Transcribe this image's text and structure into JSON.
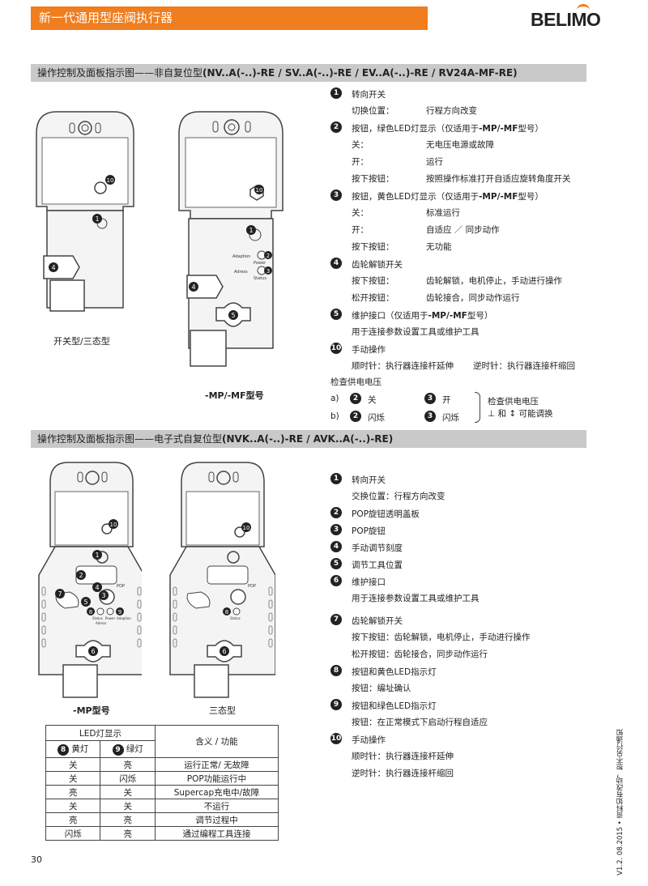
{
  "header": {
    "title": "新一代通用型座阀执行器",
    "brand": "BELIMO"
  },
  "section1": {
    "title_prefix": "操作控制及面板指示图——非自复位型",
    "title_models": "(NV..A(-..)-RE / SV..A(-..)-RE / EV..A(-..)-RE / RV24A-MF-RE)",
    "caption_left": "开关型/三态型",
    "caption_right": "-MP/-MF型号",
    "diagram_labels": {
      "adaption": "Adaption",
      "power": "Power",
      "adress": "Adress",
      "status": "Status"
    },
    "items": [
      {
        "num": "1",
        "text": "转向开关"
      },
      {
        "key": "切换位置：",
        "val": "行程方向改变"
      },
      {
        "num": "2",
        "text_pre": "按钮，绿色LED灯显示（仅适用于",
        "text_bold": "-MP/-MF",
        "text_post": "型号）"
      },
      {
        "key": "关：",
        "val": "无电压电源或故障"
      },
      {
        "key": "开：",
        "val": "运行"
      },
      {
        "key": "按下按钮：",
        "val": "按照操作标准打开自适应旋转角度开关"
      },
      {
        "num": "3",
        "text_pre": "按钮，黄色LED灯显示（仅适用于",
        "text_bold": "-MP/-MF",
        "text_post": "型号）"
      },
      {
        "key": "关：",
        "val": "标准运行"
      },
      {
        "key": "开：",
        "val": "自适应 ／ 同步动作"
      },
      {
        "key": "按下按钮：",
        "val": "无功能"
      },
      {
        "num": "4",
        "text": "齿轮解锁开关"
      },
      {
        "key": "按下按钮：",
        "val": "齿轮解锁，电机停止，手动进行操作"
      },
      {
        "key": "松开按钮：",
        "val": "齿轮接合，同步动作运行"
      },
      {
        "num": "5",
        "text_pre": "维护接口（仅适用于",
        "text_bold": "-MP/-MF",
        "text_post": "型号）"
      },
      {
        "plain": "用于连接参数设置工具或维护工具"
      },
      {
        "num": "10",
        "text": "手动操作"
      },
      {
        "key": "顺时针：执行器连接杆延伸",
        "val": "逆时针：执行器连接杆缩回"
      }
    ],
    "check": {
      "title": "检查供电电压",
      "a": "a)",
      "b": "b)",
      "a2": "关",
      "a3": "开",
      "b2": "闪烁",
      "b3": "闪烁",
      "note1": "检查供电电压",
      "note2": "⊥ 和 ↕ 可能调换"
    }
  },
  "section2": {
    "title_prefix": "操作控制及面板指示图——电子式自复位型",
    "title_models": "(NVK..A(-..)-RE / AVK..A(-..)-RE)",
    "caption_left": "-MP型号",
    "caption_right": "三态型",
    "diagram_labels": {
      "pop": "POP",
      "status": "Status",
      "power": "Power",
      "adaption": "Adaption",
      "adress": "Adress"
    },
    "items": [
      {
        "num": "1",
        "text": "转向开关"
      },
      {
        "plain": "交换位置：行程方向改变"
      },
      {
        "num": "2",
        "text": "POP旋钮透明盖板"
      },
      {
        "num": "3",
        "text": "POP旋钮"
      },
      {
        "num": "4",
        "text": "手动调节刻度"
      },
      {
        "num": "5",
        "text": "调节工具位置"
      },
      {
        "num": "6",
        "text": "维护接口"
      },
      {
        "plain": "用于连接参数设置工具或维护工具"
      },
      {
        "num": "7",
        "text": "齿轮解锁开关"
      },
      {
        "plain": "按下按钮：齿轮解锁，电机停止，手动进行操作"
      },
      {
        "plain": "松开按钮：齿轮接合，同步动作运行"
      },
      {
        "num": "8",
        "text": "按钮和黄色LED指示灯"
      },
      {
        "plain": "按钮：编址确认"
      },
      {
        "num": "9",
        "text": "按钮和绿色LED指示灯"
      },
      {
        "plain": "按钮：在正常模式下启动行程自适应"
      },
      {
        "num": "10",
        "text": "手动操作"
      },
      {
        "plain": "顺时针：执行器连接杆延伸"
      },
      {
        "plain": "逆时针：执行器连接杆缩回"
      }
    ]
  },
  "led_table": {
    "group_header": "LED灯显示",
    "col8_num": "8",
    "col8": "黄灯",
    "col9_num": "9",
    "col9": "绿灯",
    "meaning": "含义 / 功能",
    "rows": [
      [
        "关",
        "亮",
        "运行正常/ 无故障"
      ],
      [
        "关",
        "闪烁",
        "POP功能运行中"
      ],
      [
        "亮",
        "关",
        "Supercap充电中/故障"
      ],
      [
        "关",
        "关",
        "不运行"
      ],
      [
        "亮",
        "亮",
        "调节过程中"
      ],
      [
        "闪烁",
        "亮",
        "通过编程工具连接"
      ]
    ]
  },
  "footer": {
    "page": "30",
    "side_note": "V1.2. 08.2015 • 资料如有改动，恕不另行通知"
  }
}
